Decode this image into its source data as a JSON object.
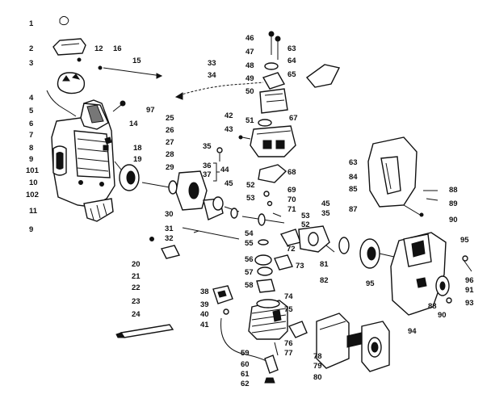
{
  "diagram": {
    "callouts": [
      {
        "id": "c1",
        "text": "1"
      },
      {
        "id": "c2",
        "text": "2"
      },
      {
        "id": "c3",
        "text": "3"
      },
      {
        "id": "c4",
        "text": "4"
      },
      {
        "id": "c5",
        "text": "5"
      },
      {
        "id": "c6",
        "text": "6"
      },
      {
        "id": "c7",
        "text": "7"
      },
      {
        "id": "c8",
        "text": "8"
      },
      {
        "id": "c9a",
        "text": "9"
      },
      {
        "id": "c101",
        "text": "101"
      },
      {
        "id": "c10",
        "text": "10"
      },
      {
        "id": "c102",
        "text": "102"
      },
      {
        "id": "c11",
        "text": "11"
      },
      {
        "id": "c9b",
        "text": "9"
      },
      {
        "id": "c12",
        "text": "12"
      },
      {
        "id": "c16",
        "text": "16"
      },
      {
        "id": "c15",
        "text": "15"
      },
      {
        "id": "c97",
        "text": "97"
      },
      {
        "id": "c14",
        "text": "14"
      },
      {
        "id": "c18",
        "text": "18"
      },
      {
        "id": "c19",
        "text": "19"
      },
      {
        "id": "c25",
        "text": "25"
      },
      {
        "id": "c26",
        "text": "26"
      },
      {
        "id": "c27",
        "text": "27"
      },
      {
        "id": "c28",
        "text": "28"
      },
      {
        "id": "c29",
        "text": "29"
      },
      {
        "id": "c33",
        "text": "33"
      },
      {
        "id": "c34",
        "text": "34"
      },
      {
        "id": "c35",
        "text": "35"
      },
      {
        "id": "c36",
        "text": "36"
      },
      {
        "id": "c37",
        "text": "37"
      },
      {
        "id": "c44",
        "text": "44"
      },
      {
        "id": "c45a",
        "text": "45"
      },
      {
        "id": "c42",
        "text": "42"
      },
      {
        "id": "c43",
        "text": "43"
      },
      {
        "id": "c30",
        "text": "30"
      },
      {
        "id": "c31",
        "text": "31"
      },
      {
        "id": "c32",
        "text": "32"
      },
      {
        "id": "c20",
        "text": "20"
      },
      {
        "id": "c21",
        "text": "21"
      },
      {
        "id": "c22",
        "text": "22"
      },
      {
        "id": "c23",
        "text": "23"
      },
      {
        "id": "c24",
        "text": "24"
      },
      {
        "id": "c46",
        "text": "46"
      },
      {
        "id": "c47",
        "text": "47"
      },
      {
        "id": "c48",
        "text": "48"
      },
      {
        "id": "c49",
        "text": "49"
      },
      {
        "id": "c50",
        "text": "50"
      },
      {
        "id": "c63a",
        "text": "63"
      },
      {
        "id": "c64a",
        "text": "64"
      },
      {
        "id": "c65",
        "text": "65"
      },
      {
        "id": "c51",
        "text": "51"
      },
      {
        "id": "c67",
        "text": "67"
      },
      {
        "id": "c68",
        "text": "68"
      },
      {
        "id": "c52a",
        "text": "52"
      },
      {
        "id": "c69",
        "text": "69"
      },
      {
        "id": "c53a",
        "text": "53"
      },
      {
        "id": "c70",
        "text": "70"
      },
      {
        "id": "c71",
        "text": "71"
      },
      {
        "id": "c45b",
        "text": "45"
      },
      {
        "id": "c53b",
        "text": "53"
      },
      {
        "id": "c35b",
        "text": "35"
      },
      {
        "id": "c52b",
        "text": "52"
      },
      {
        "id": "c54",
        "text": "54"
      },
      {
        "id": "c55",
        "text": "55"
      },
      {
        "id": "c72",
        "text": "72"
      },
      {
        "id": "c56",
        "text": "56"
      },
      {
        "id": "c57",
        "text": "57"
      },
      {
        "id": "c58",
        "text": "58"
      },
      {
        "id": "c73",
        "text": "73"
      },
      {
        "id": "c81",
        "text": "81"
      },
      {
        "id": "c82",
        "text": "82"
      },
      {
        "id": "c38",
        "text": "38"
      },
      {
        "id": "c39",
        "text": "39"
      },
      {
        "id": "c40",
        "text": "40"
      },
      {
        "id": "c41",
        "text": "41"
      },
      {
        "id": "c74",
        "text": "74"
      },
      {
        "id": "c75",
        "text": "75"
      },
      {
        "id": "c76",
        "text": "76"
      },
      {
        "id": "c77",
        "text": "77"
      },
      {
        "id": "c59",
        "text": "59"
      },
      {
        "id": "c60",
        "text": "60"
      },
      {
        "id": "c61",
        "text": "61"
      },
      {
        "id": "c62",
        "text": "62"
      },
      {
        "id": "c78",
        "text": "78"
      },
      {
        "id": "c79",
        "text": "79"
      },
      {
        "id": "c80",
        "text": "80"
      },
      {
        "id": "c63b",
        "text": "63"
      },
      {
        "id": "c84",
        "text": "84"
      },
      {
        "id": "c85",
        "text": "85"
      },
      {
        "id": "c87",
        "text": "87"
      },
      {
        "id": "c88",
        "text": "88"
      },
      {
        "id": "c89",
        "text": "89"
      },
      {
        "id": "c90a",
        "text": "90"
      },
      {
        "id": "c95a",
        "text": "95"
      },
      {
        "id": "c95b",
        "text": "95"
      },
      {
        "id": "c96",
        "text": "96"
      },
      {
        "id": "c91",
        "text": "91"
      },
      {
        "id": "c88b",
        "text": "88"
      },
      {
        "id": "c90b",
        "text": "90"
      },
      {
        "id": "c93",
        "text": "93"
      },
      {
        "id": "c94",
        "text": "94"
      }
    ]
  }
}
